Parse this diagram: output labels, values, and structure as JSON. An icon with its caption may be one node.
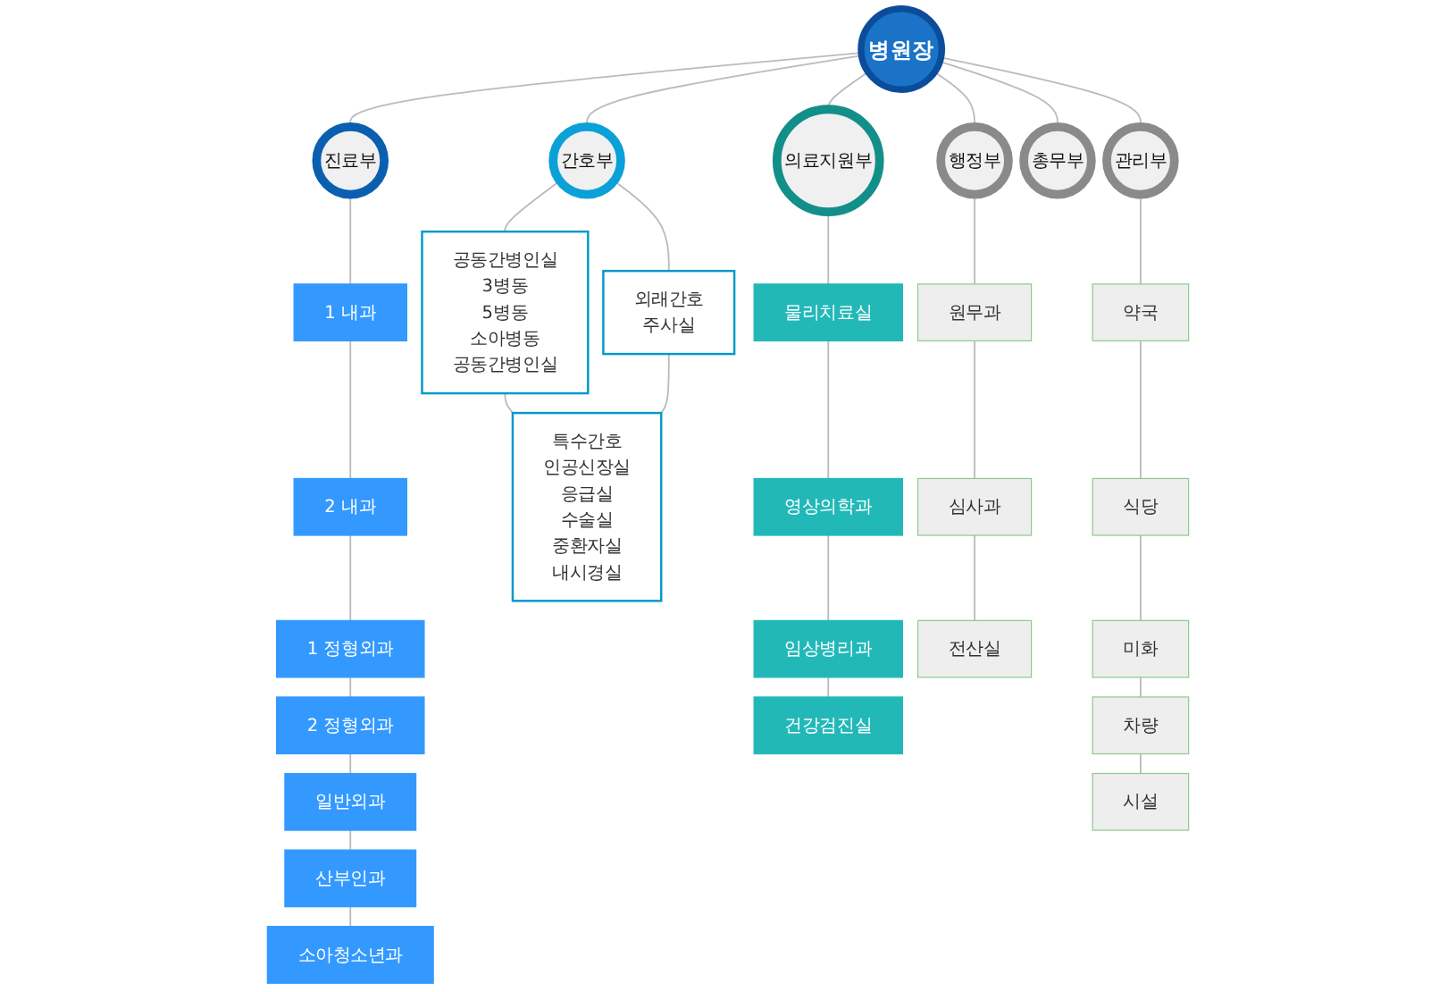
{
  "diagram": {
    "nodes": [
      {
        "text": [
          "병원장"
        ]
      },
      {
        "text": [
          "진료부"
        ]
      },
      {
        "text": [
          "간호부"
        ]
      },
      {
        "text": [
          "의료지원부"
        ]
      },
      {
        "text": [
          "행정부"
        ]
      },
      {
        "text": [
          "총무부"
        ]
      },
      {
        "text": [
          "관리부"
        ]
      },
      {
        "text": [
          "1 내과"
        ]
      },
      {
        "text": [
          "2 내과"
        ]
      },
      {
        "text": [
          "1 정형외과"
        ]
      },
      {
        "text": [
          "2 정형외과"
        ]
      },
      {
        "text": [
          "일반외과"
        ]
      },
      {
        "text": [
          "산부인과"
        ]
      },
      {
        "text": [
          "소아청소년과"
        ]
      },
      {
        "text": [
          "공동간병인실",
          "3병동",
          "5병동",
          "소아병동",
          "공동간병인실"
        ]
      },
      {
        "text": [
          "외래간호",
          "주사실"
        ]
      },
      {
        "text": [
          "특수간호",
          "인공신장실",
          "응급실",
          "수술실",
          "중환자실",
          "내시경실"
        ]
      },
      {
        "text": [
          "물리치료실"
        ]
      },
      {
        "text": [
          "영상의학과"
        ]
      },
      {
        "text": [
          "임상병리과"
        ]
      },
      {
        "text": [
          "건강검진실"
        ]
      },
      {
        "text": [
          "원무과"
        ]
      },
      {
        "text": [
          "심사과"
        ]
      },
      {
        "text": [
          "전산실"
        ]
      },
      {
        "text": [
          "약국"
        ]
      },
      {
        "text": [
          "식당"
        ]
      },
      {
        "text": [
          "미화"
        ]
      },
      {
        "text": [
          "차량"
        ]
      },
      {
        "text": [
          "시설"
        ]
      }
    ],
    "edges": [
      {
        "from": 0,
        "to": 1,
        "arrow": "none"
      },
      {
        "from": 0,
        "to": 2,
        "arrow": "none"
      },
      {
        "from": 0,
        "to": 3,
        "arrow": "none"
      },
      {
        "from": 0,
        "to": 4,
        "arrow": "none"
      },
      {
        "from": 0,
        "to": 5,
        "arrow": "none"
      },
      {
        "from": 0,
        "to": 6,
        "arrow": "none"
      },
      {
        "from": 1,
        "to": 7,
        "arrow": "none"
      },
      {
        "from": 7,
        "to": 8,
        "arrow": "none"
      },
      {
        "from": 8,
        "to": 9,
        "arrow": "none"
      },
      {
        "from": 9,
        "to": 10,
        "arrow": "none"
      },
      {
        "from": 10,
        "to": 11,
        "arrow": "none"
      },
      {
        "from": 11,
        "to": 12,
        "arrow": "none"
      },
      {
        "from": 12,
        "to": 13,
        "arrow": "none"
      },
      {
        "from": 2,
        "to": 14,
        "arrow": "none"
      },
      {
        "from": 2,
        "to": 15,
        "arrow": "none"
      },
      {
        "from": 14,
        "to": 16,
        "arrow": "none"
      },
      {
        "from": 15,
        "to": 16,
        "arrow": "none"
      },
      {
        "from": 3,
        "to": 17,
        "arrow": "none"
      },
      {
        "from": 17,
        "to": 18,
        "arrow": "none"
      },
      {
        "from": 18,
        "to": 19,
        "arrow": "none"
      },
      {
        "from": 19,
        "to": 20,
        "arrow": "none"
      },
      {
        "from": 4,
        "to": 21,
        "arrow": "none"
      },
      {
        "from": 21,
        "to": 22,
        "arrow": "none"
      },
      {
        "from": 22,
        "to": 23,
        "arrow": "none"
      },
      {
        "from": 6,
        "to": 24,
        "arrow": "none"
      },
      {
        "from": 24,
        "to": 25,
        "arrow": "none"
      },
      {
        "from": 25,
        "to": 26,
        "arrow": "none"
      },
      {
        "from": 26,
        "to": 27,
        "arrow": "none"
      },
      {
        "from": 27,
        "to": 28,
        "arrow": "none"
      }
    ]
  }
}
